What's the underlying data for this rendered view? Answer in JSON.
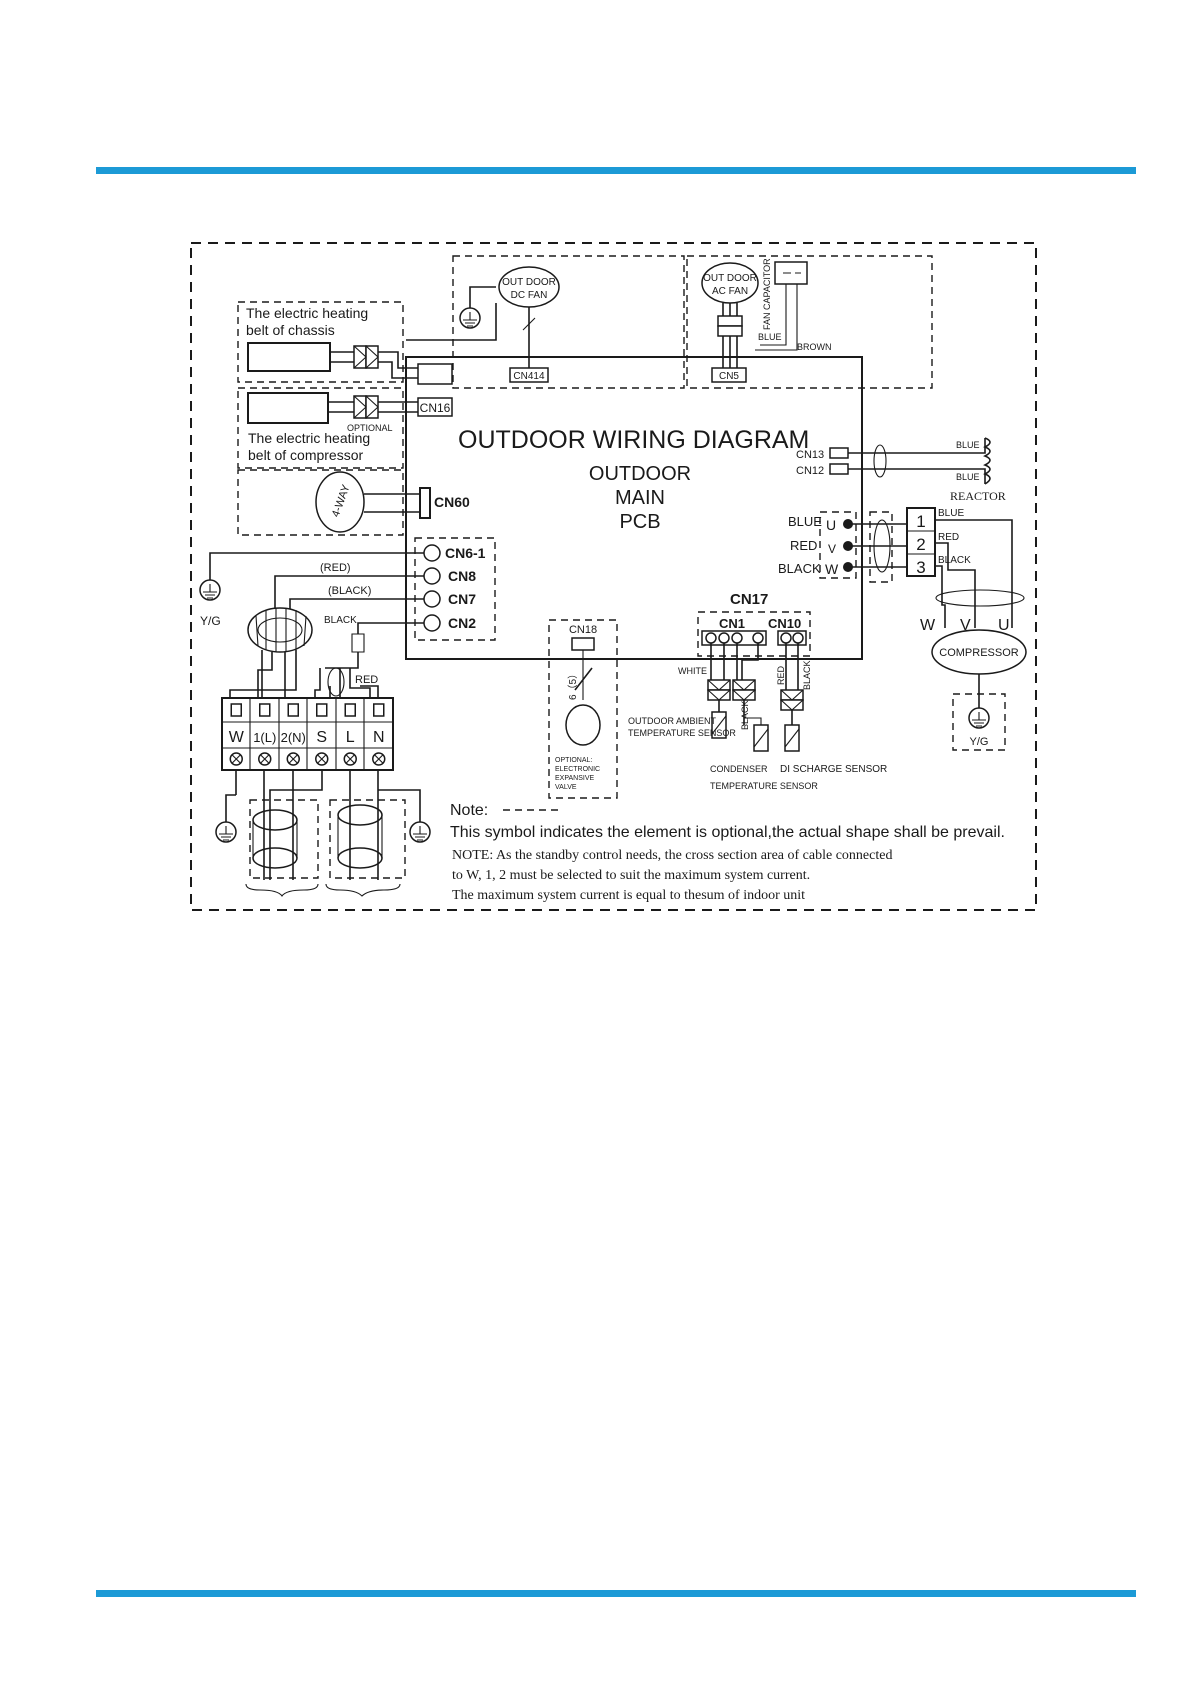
{
  "page": {
    "accent_color": "#1c9ad6"
  },
  "diagram": {
    "title": "OUTDOOR  WIRING  DIAGRAM",
    "pcb": {
      "line1": "OUTDOOR",
      "line2": "MAIN",
      "line3": "PCB"
    },
    "chassis_belt": {
      "line1": "The electric heating",
      "line2": "belt of chassis"
    },
    "compressor_belt": {
      "line1": "The electric heating",
      "line2": "belt of compressor",
      "optional": "OPTIONAL"
    },
    "dc_fan": {
      "line1": "OUT DOOR",
      "line2": "DC FAN",
      "connector": "CN414"
    },
    "ac_fan": {
      "line1": "OUT DOOR",
      "line2": "AC FAN",
      "connector": "CN5",
      "capacitor": "FAN CAPACITOR",
      "blue": "BLUE",
      "brown": "BROWN"
    },
    "reactor": {
      "label": "REACTOR",
      "cn13": "CN13",
      "cn12": "CN12",
      "wire1": "BLUE",
      "wire2": "BLUE"
    },
    "four_way": {
      "label": "4-WAY",
      "connector": "CN60"
    },
    "cn16": "CN16",
    "left_connectors": [
      "CN6-1",
      "CN8",
      "CN7",
      "CN2"
    ],
    "left_wires": {
      "red": "(RED)",
      "black": "(BLACK)",
      "black2": "BLACK",
      "red2": "RED",
      "yg": "Y/G"
    },
    "terminal_labels": [
      "W",
      "1(L)",
      "2(N)",
      "S",
      "L",
      "N"
    ],
    "uvw": {
      "colors": [
        "BLUE",
        "RED",
        "BLACK"
      ],
      "pins": [
        "U",
        "V",
        "W"
      ],
      "terminals": [
        "1",
        "2",
        "3"
      ],
      "wires": [
        "BLUE",
        "RED",
        "BLACK"
      ]
    },
    "compressor": {
      "label": "COMPRESSOR",
      "w": "W",
      "v": "V",
      "u": "U",
      "yg": "Y/G"
    },
    "cn17": {
      "label": "CN17",
      "cn1": "CN1",
      "cn10": "CN10",
      "white": "WHITE",
      "black": "BLACK",
      "red": "RED",
      "black2": "BLACK"
    },
    "sensors": {
      "ambient1": "OUTDOOR AMBIENT",
      "ambient2": "TEMPERATURE SENSOR",
      "condenser1": "CONDENSER",
      "condenser2": "TEMPERATURE  SENSOR",
      "discharge": "DI SCHARGE  SENSOR"
    },
    "cn18": {
      "label": "CN18",
      "pins": "6（5）",
      "opt1": "OPTIONAL:",
      "opt2": "ELECTRONIC",
      "opt3": "EXPANSIVE",
      "opt4": "VALVE"
    },
    "note": {
      "title": "Note:",
      "line1": "This symbol indicates the element is  optional,the actual shape shall be prevail.",
      "line2": "NOTE: As the standby control needs, the cross section area of cable connected",
      "line3": "to  W, 1, 2 must be selected to suit the maximum system current.",
      "line4": "The maximum system current is equal to thesum of indoor unit"
    }
  }
}
